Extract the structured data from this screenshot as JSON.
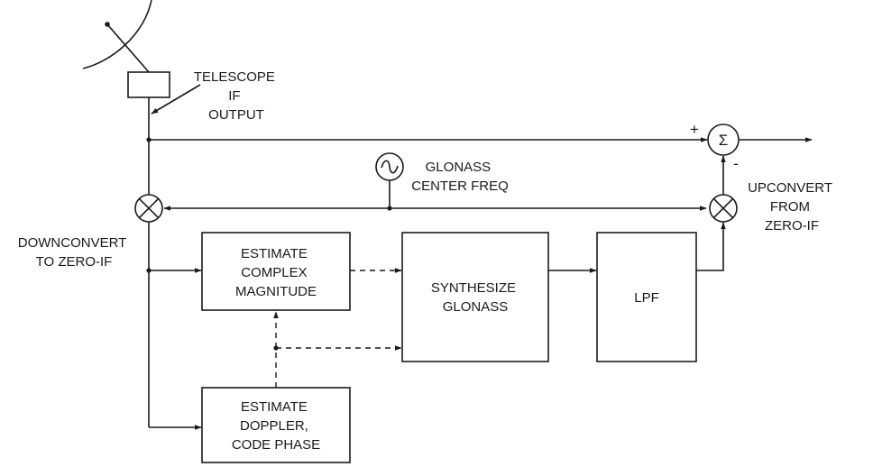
{
  "labels": {
    "telescope": [
      "TELESCOPE",
      "IF",
      "OUTPUT"
    ],
    "glonass_center": [
      "GLONASS",
      "CENTER FREQ"
    ],
    "downconvert": [
      "DOWNCONVERT",
      "TO ZERO-IF"
    ],
    "upconvert": [
      "UPCONVERT",
      "FROM",
      "ZERO-IF"
    ]
  },
  "blocks": {
    "estimate_magnitude": [
      "ESTIMATE",
      "COMPLEX",
      "MAGNITUDE"
    ],
    "synthesize": [
      "SYNTHESIZE",
      "GLONASS"
    ],
    "lpf": [
      "LPF"
    ],
    "estimate_doppler": [
      "ESTIMATE",
      "DOPPLER,",
      "CODE PHASE"
    ]
  },
  "summer": {
    "symbol": "Σ",
    "plus": "+",
    "minus": "-"
  }
}
